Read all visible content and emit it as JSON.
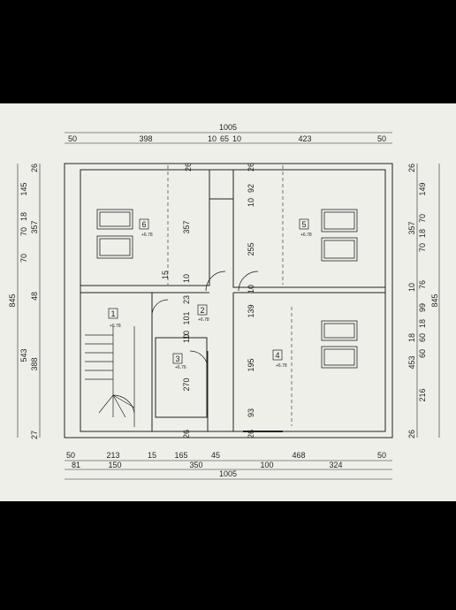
{
  "dims": {
    "top_total": "1005",
    "top": [
      "50",
      "398",
      "10",
      "65",
      "10",
      "423",
      "50"
    ],
    "bottom_1": [
      "50",
      "213",
      "15",
      "165",
      "45",
      "468",
      "50"
    ],
    "bottom_2": [
      "81",
      "150",
      "350",
      "100",
      "324"
    ],
    "bottom_total": "1005",
    "left_total": "845",
    "left_outer": [
      "26",
      "145",
      "18",
      "70",
      "357",
      "70",
      "48",
      "543",
      "388",
      "27"
    ],
    "right_total": "845",
    "right_outer": [
      "26",
      "149",
      "357",
      "70",
      "18",
      "70",
      "10",
      "76",
      "99",
      "18",
      "60",
      "60",
      "18",
      "453",
      "216",
      "26"
    ],
    "interior": [
      "26",
      "357",
      "15",
      "10",
      "26",
      "92",
      "10",
      "255",
      "10",
      "10",
      "23",
      "101",
      "10",
      "270",
      "139",
      "195",
      "93",
      "26",
      "26"
    ]
  },
  "rooms": [
    {
      "number": "1",
      "elevation": "+6.78"
    },
    {
      "number": "2",
      "elevation": "+6.78"
    },
    {
      "number": "3",
      "elevation": "+6.76"
    },
    {
      "number": "4",
      "elevation": "+6.78"
    },
    {
      "number": "5",
      "elevation": "+6.78"
    },
    {
      "number": "6",
      "elevation": "+6.78"
    }
  ],
  "colors": {
    "line": "#222222",
    "paper": "#efefea",
    "frame": "#000000"
  }
}
